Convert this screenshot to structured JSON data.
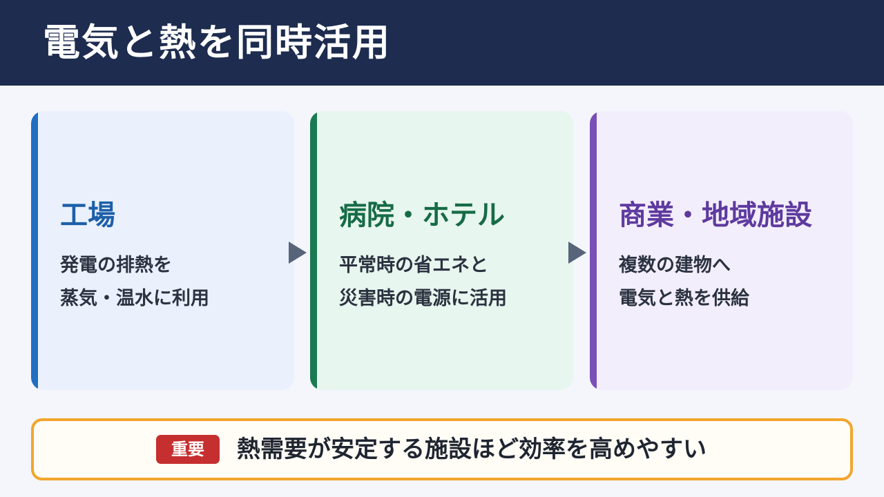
{
  "header": {
    "title": "電気と熱を同時活用"
  },
  "cards": [
    {
      "title": "工場",
      "lines": [
        "発電の排熱を",
        "蒸気・温水に利用"
      ]
    },
    {
      "title": "病院・ホテル",
      "lines": [
        "平常時の省エネと",
        "災害時の電源に活用"
      ]
    },
    {
      "title": "商業・地域施設",
      "lines": [
        "複数の建物へ",
        "電気と熱を供給"
      ]
    }
  ],
  "note": {
    "badge": "重要",
    "text": "熱需要が安定する施設ほど効率を高めやすい"
  },
  "colors": {
    "header_bg": "#1d2c4f",
    "page_bg": "#f4f6fb",
    "card1_accent": "#1f6fc2",
    "card1_title": "#1d5fa8",
    "card1_bg": "#eaf1fd",
    "card2_accent": "#1a7a52",
    "card2_title": "#166b46",
    "card2_bg": "#e7f6ee",
    "card3_accent": "#7a4fb8",
    "card3_title": "#5e3a9e",
    "card3_bg": "#f3eefc",
    "arrow": "#58647a",
    "note_border": "#f2a52c",
    "note_badge_bg": "#c62f2f"
  }
}
